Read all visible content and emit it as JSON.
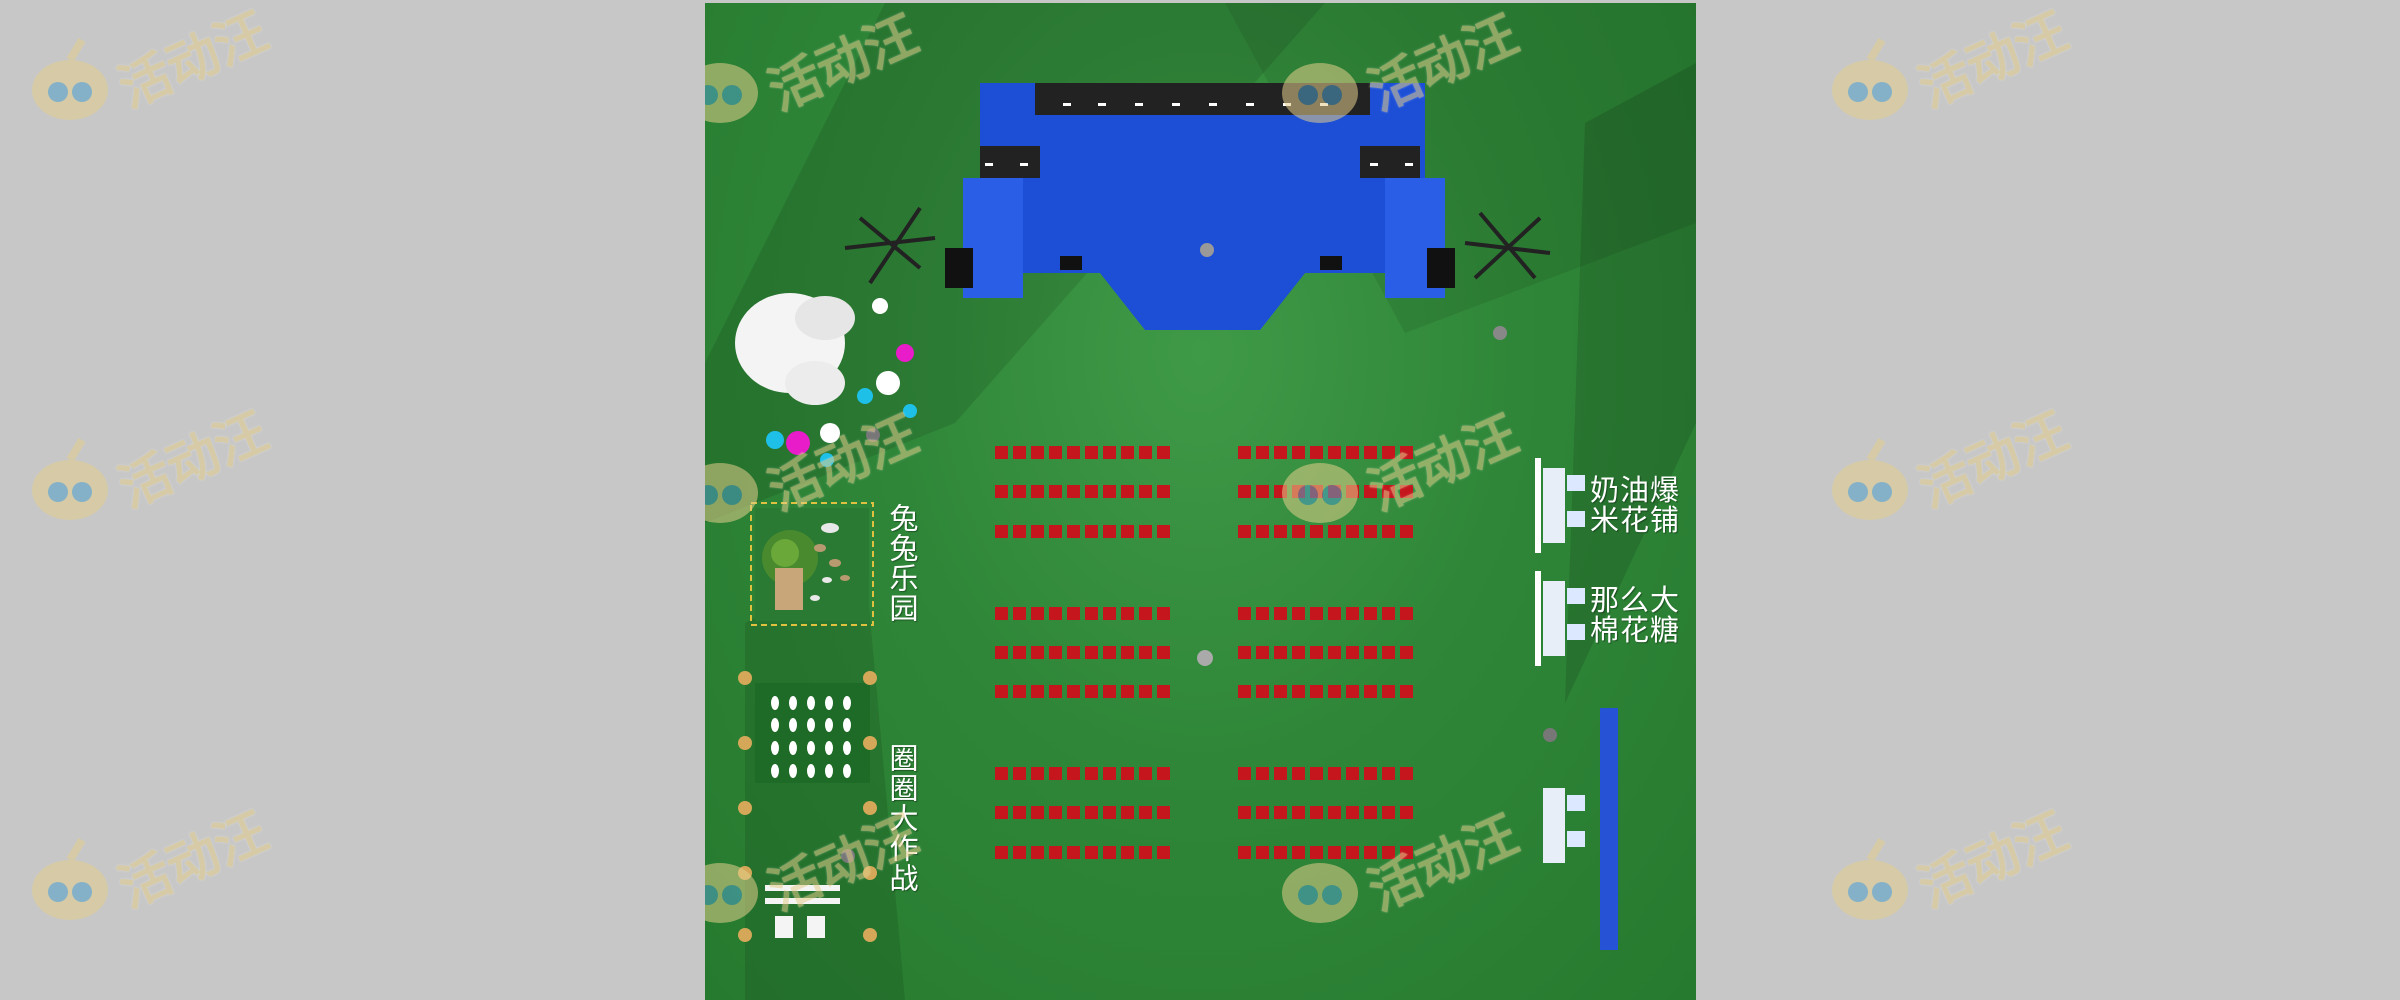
{
  "watermark": {
    "text": "活动汪",
    "positions": [
      "wm-1",
      "wm-2",
      "wm-3",
      "wm-4",
      "wm-5",
      "wm-6",
      "wm-7",
      "wm-8",
      "wm-9",
      "wm-10",
      "wm-11",
      "wm-12"
    ]
  },
  "zones": {
    "bunny_park": "兔兔乐园",
    "ring_game": "圈圈大作战",
    "popcorn_shop": "奶油爆\n米花铺",
    "cotton_candy": "那么大\n棉花糖"
  },
  "colors": {
    "page_bg": "#c7c7c7",
    "lawn": "#2f8638",
    "stage": "#1d4fd6",
    "seat": "#c4161c",
    "watermark": "#e3cf8c"
  },
  "icons": [
    "stage-light-icon",
    "speaker-icon",
    "light-tower-icon",
    "person-icon",
    "balloon-icon",
    "bunny-statue-icon",
    "tree-icon",
    "ring-post-icon",
    "stall-icon",
    "banner-icon"
  ]
}
